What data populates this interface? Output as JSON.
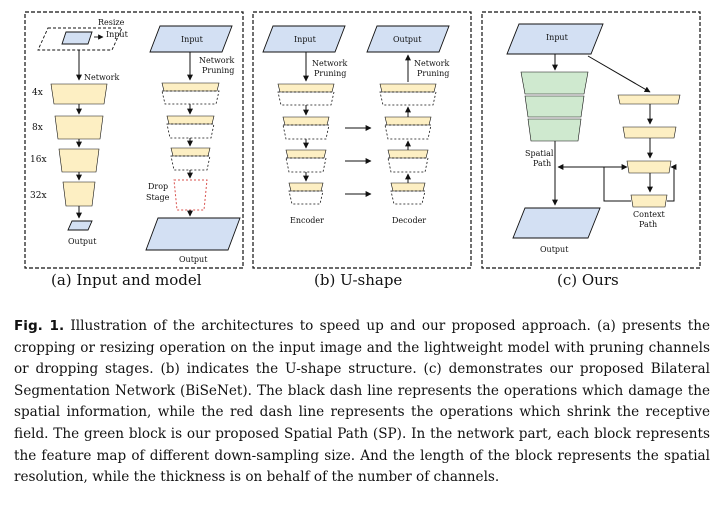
{
  "panels": {
    "a": {
      "caption": "(a) Input and model",
      "resize_label_1": "Resize",
      "resize_label_2": "Input",
      "network_label": "Network",
      "scales": [
        "4x",
        "8x",
        "16x",
        "32x"
      ],
      "output_left": "Output",
      "input_right": "Input",
      "pruning_1": "Network",
      "pruning_2": "Pruning",
      "drop_1": "Drop",
      "drop_2": "Stage",
      "output_right": "Output"
    },
    "b": {
      "caption": "(b) U-shape",
      "input": "Input",
      "output": "Output",
      "pruning_left_1": "Network",
      "pruning_left_2": "Pruning",
      "pruning_right_1": "Network",
      "pruning_right_2": "Pruning",
      "encoder": "Encoder",
      "decoder": "Decoder"
    },
    "c": {
      "caption": "(c) Ours",
      "input": "Input",
      "spatial_1": "Spatial",
      "spatial_2": "Path",
      "context_1": "Context",
      "context_2": "Path",
      "output": "Output"
    }
  },
  "colors": {
    "input_block": "#d3e0f3",
    "feature_block": "#fdefc3",
    "spatial_block": "#cfe9cf",
    "red_dash": "#d9534f"
  },
  "caption": {
    "label": "Fig. 1.",
    "text": "Illustration of the architectures to speed up and our proposed approach. (a) presents the cropping or resizing operation on the input image and the lightweight model with pruning channels or dropping stages. (b) indicates the U-shape structure. (c) demonstrates our proposed Bilateral Segmentation Network (BiSeNet). The black dash line represents the operations which damage the spatial information, while the red dash line represents the operations which shrink the receptive field. The green block is our proposed Spatial Path (SP). In the network part, each block represents the feature map of different down-sampling size. And the length of the block represents the spatial resolution, while the thickness is on behalf of the number of channels."
  }
}
